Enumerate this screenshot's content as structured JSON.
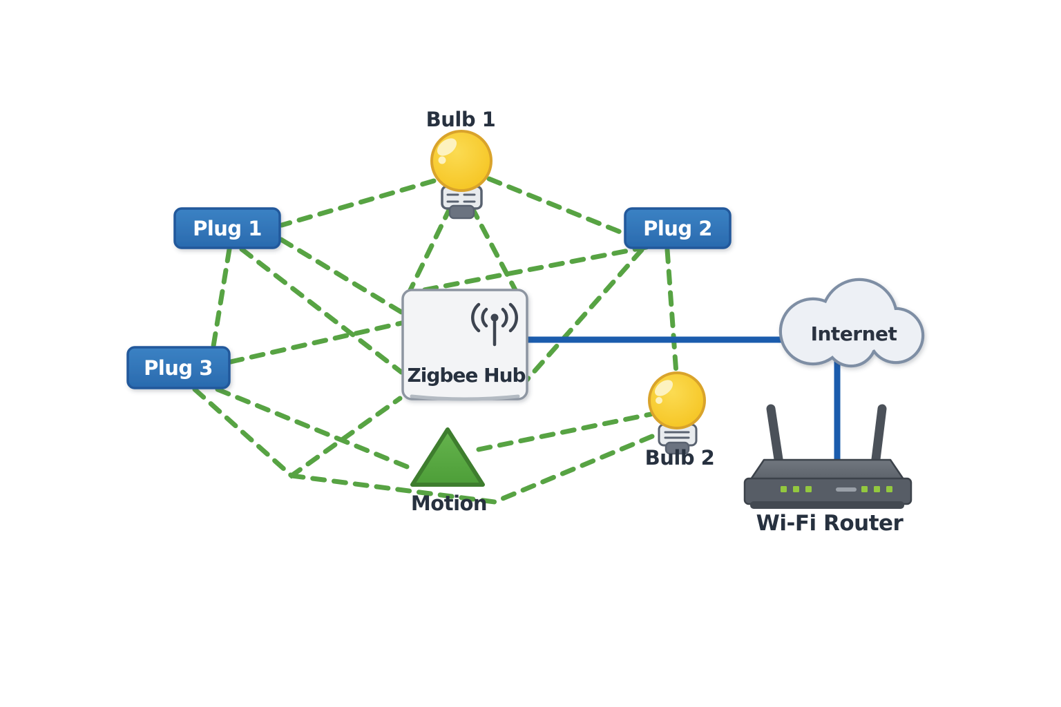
{
  "diagram": {
    "type": "zigbee-smart-home-network-topology",
    "nodes": {
      "bulb1": {
        "label": "Bulb 1",
        "icon": "light-bulb-icon"
      },
      "plug1": {
        "label": "Plug 1",
        "icon": "smart-plug-button"
      },
      "plug2": {
        "label": "Plug 2",
        "icon": "smart-plug-button"
      },
      "plug3": {
        "label": "Plug 3",
        "icon": "smart-plug-button"
      },
      "hub": {
        "label": "Zigbee Hub",
        "icon": "antenna-icon"
      },
      "bulb2": {
        "label": "Bulb 2",
        "icon": "light-bulb-icon"
      },
      "motion": {
        "label": "Motion",
        "icon": "motion-sensor-triangle-icon"
      },
      "internet": {
        "label": "Internet",
        "icon": "cloud-icon"
      },
      "router": {
        "label": "Wi-Fi Router",
        "icon": "wifi-router-icon"
      }
    },
    "mesh_links": {
      "style": "dashed",
      "color": "#57a343",
      "pairs": [
        [
          "Bulb 1",
          "Plug 1"
        ],
        [
          "Bulb 1",
          "Plug 2"
        ],
        [
          "Bulb 1",
          "Zigbee Hub"
        ],
        [
          "Plug 1",
          "Zigbee Hub"
        ],
        [
          "Plug 1",
          "Plug 3"
        ],
        [
          "Plug 2",
          "Zigbee Hub"
        ],
        [
          "Plug 2",
          "Bulb 2"
        ],
        [
          "Plug 3",
          "Zigbee Hub"
        ],
        [
          "Plug 3",
          "Motion"
        ],
        [
          "Motion",
          "Bulb 2"
        ],
        [
          "Zigbee Hub",
          "Bulb 2"
        ]
      ]
    },
    "wired_links": {
      "style": "solid",
      "color": "#1b5cad",
      "pairs": [
        [
          "Zigbee Hub",
          "Internet"
        ],
        [
          "Internet",
          "Wi-Fi Router"
        ]
      ]
    },
    "colors": {
      "mesh_link": "#57a343",
      "wired_link": "#1b5cad",
      "plug_fill": "#2e74b8",
      "plug_border": "#20599b",
      "bulb_fill": "#f7c928",
      "bulb_border": "#d9a32b",
      "hub_fill": "#f3f4f6",
      "hub_border": "#8d95a1",
      "motion_fill": "#58a843",
      "motion_border": "#3e7d2e",
      "cloud_fill": "#edf0f5",
      "cloud_border": "#7e8ea4",
      "router_body": "#575d66",
      "led_green": "#93c83f",
      "label_text": "#27313f"
    }
  }
}
